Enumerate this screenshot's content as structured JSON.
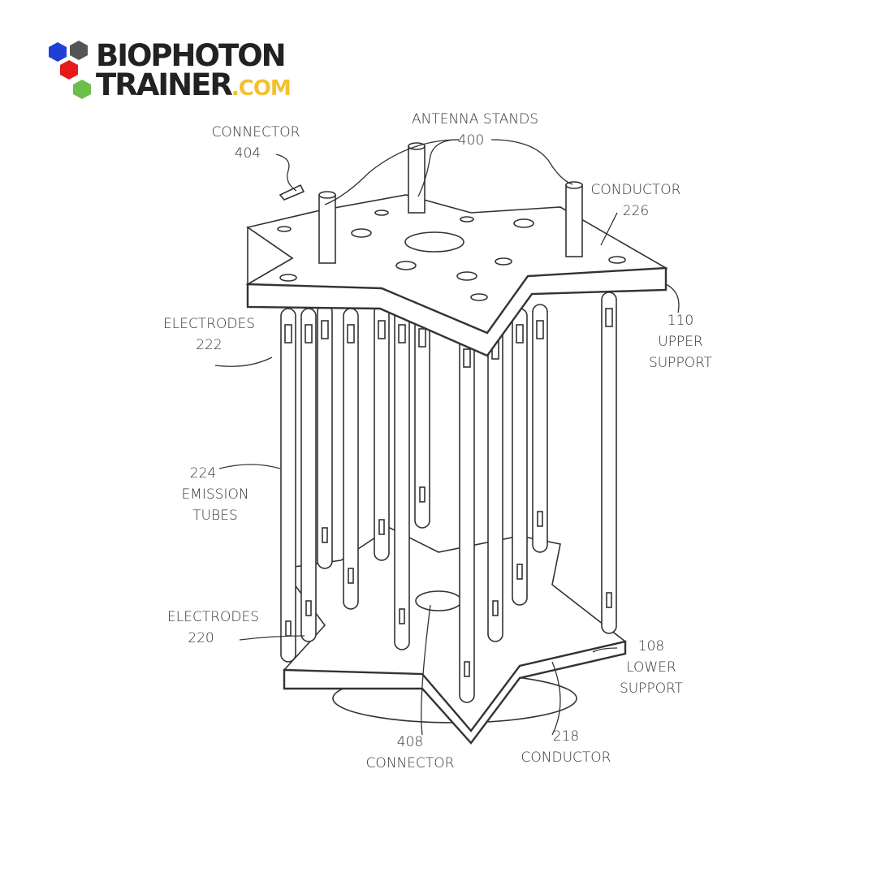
{
  "logo": {
    "line1": "BIOPHOTON",
    "line2": "TRAINER",
    "suffix": ".COM",
    "colors": [
      "#1f3fd6",
      "#555555",
      "#e51b1b",
      "#6cc04a"
    ]
  },
  "labels": {
    "connector_404": {
      "name": "CONNECTOR",
      "num": "404"
    },
    "antenna_stands": {
      "name": "ANTENNA STANDS",
      "num": "400"
    },
    "conductor_226": {
      "name": "CONDUCTOR",
      "num": "226"
    },
    "upper_support": {
      "num": "110",
      "line1": "UPPER",
      "line2": "SUPPORT"
    },
    "electrodes_222": {
      "name": "ELECTRODES",
      "num": "222"
    },
    "emission_tubes": {
      "num": "224",
      "line1": "EMISSION",
      "line2": "TUBES"
    },
    "electrodes_220": {
      "name": "ELECTRODES",
      "num": "220"
    },
    "lower_support": {
      "num": "108",
      "line1": "LOWER",
      "line2": "SUPPORT"
    },
    "connector_408": {
      "num": "408",
      "name": "CONNECTOR"
    },
    "conductor_218": {
      "num": "218",
      "name": "CONDUCTOR"
    }
  }
}
